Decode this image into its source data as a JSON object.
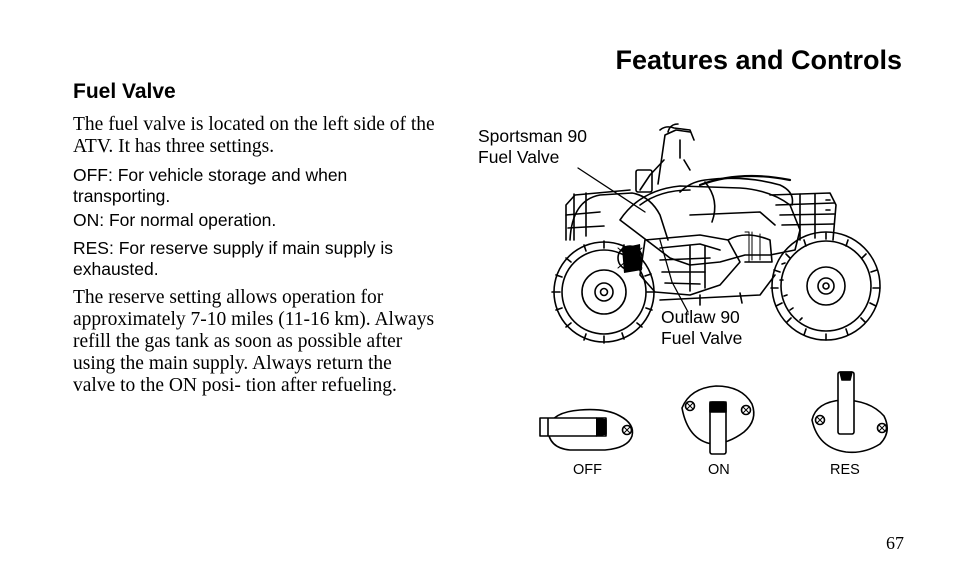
{
  "header": {
    "chapter_title": "Features and Controls"
  },
  "section": {
    "title": "Fuel Valve",
    "intro": "The fuel valve is located on the left side of the ATV. It has three settings.",
    "settings": [
      {
        "text": "OFF: For vehicle storage and when transporting."
      },
      {
        "text": "ON: For normal operation."
      },
      {
        "text": "RES: For reserve supply if main supply is exhausted."
      }
    ],
    "reserve_note": "The reserve setting allows operation for approximately 7-10 miles (11-16 km). Always refill the gas tank as soon as possible after using the main supply. Always return the valve to the ON posi- tion after refueling."
  },
  "figure": {
    "callout_sportsman": "Sportsman 90 Fuel Valve",
    "callout_outlaw": "Outlaw 90 Fuel Valve",
    "valve_positions": [
      "OFF",
      "ON",
      "RES"
    ]
  },
  "footer": {
    "page_number": "67"
  }
}
